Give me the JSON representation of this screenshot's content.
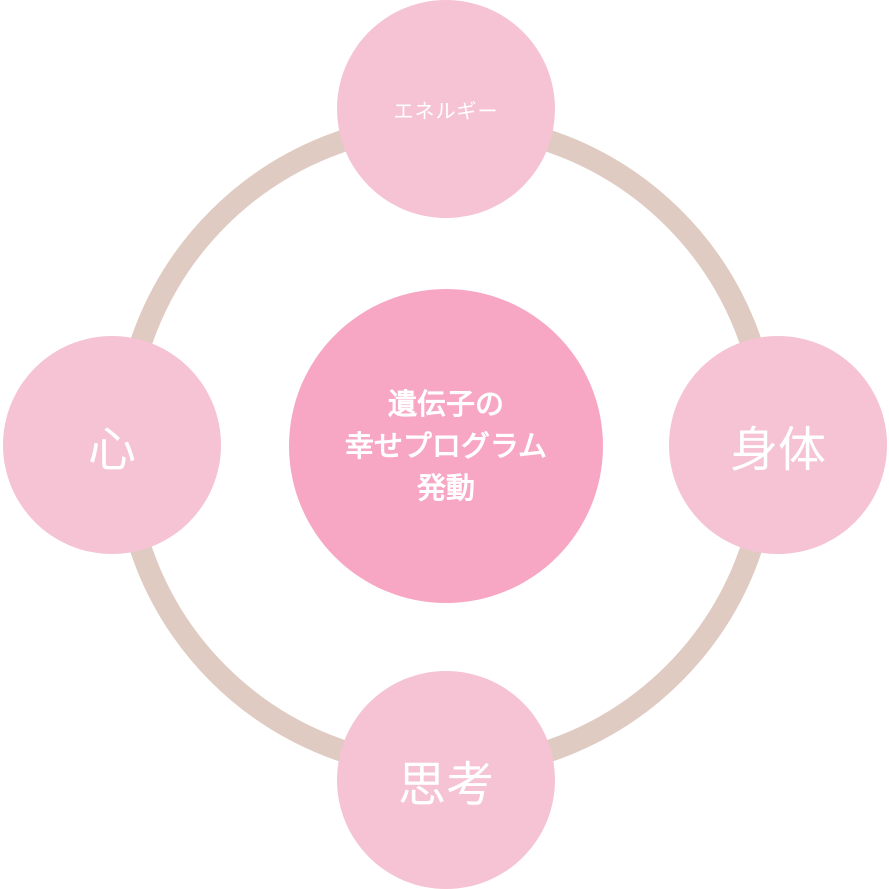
{
  "diagram": {
    "center": {
      "lines": [
        "遺伝子の",
        "幸せプログラム",
        "発動"
      ]
    },
    "nodes": {
      "top": "エネルギー",
      "right": "身体",
      "bottom": "思考",
      "left": "心"
    },
    "colors": {
      "ring": "#dfcbc2",
      "satellite": "#f5c3d3",
      "center": "#f7a7c3",
      "text": "#ffffff"
    }
  }
}
